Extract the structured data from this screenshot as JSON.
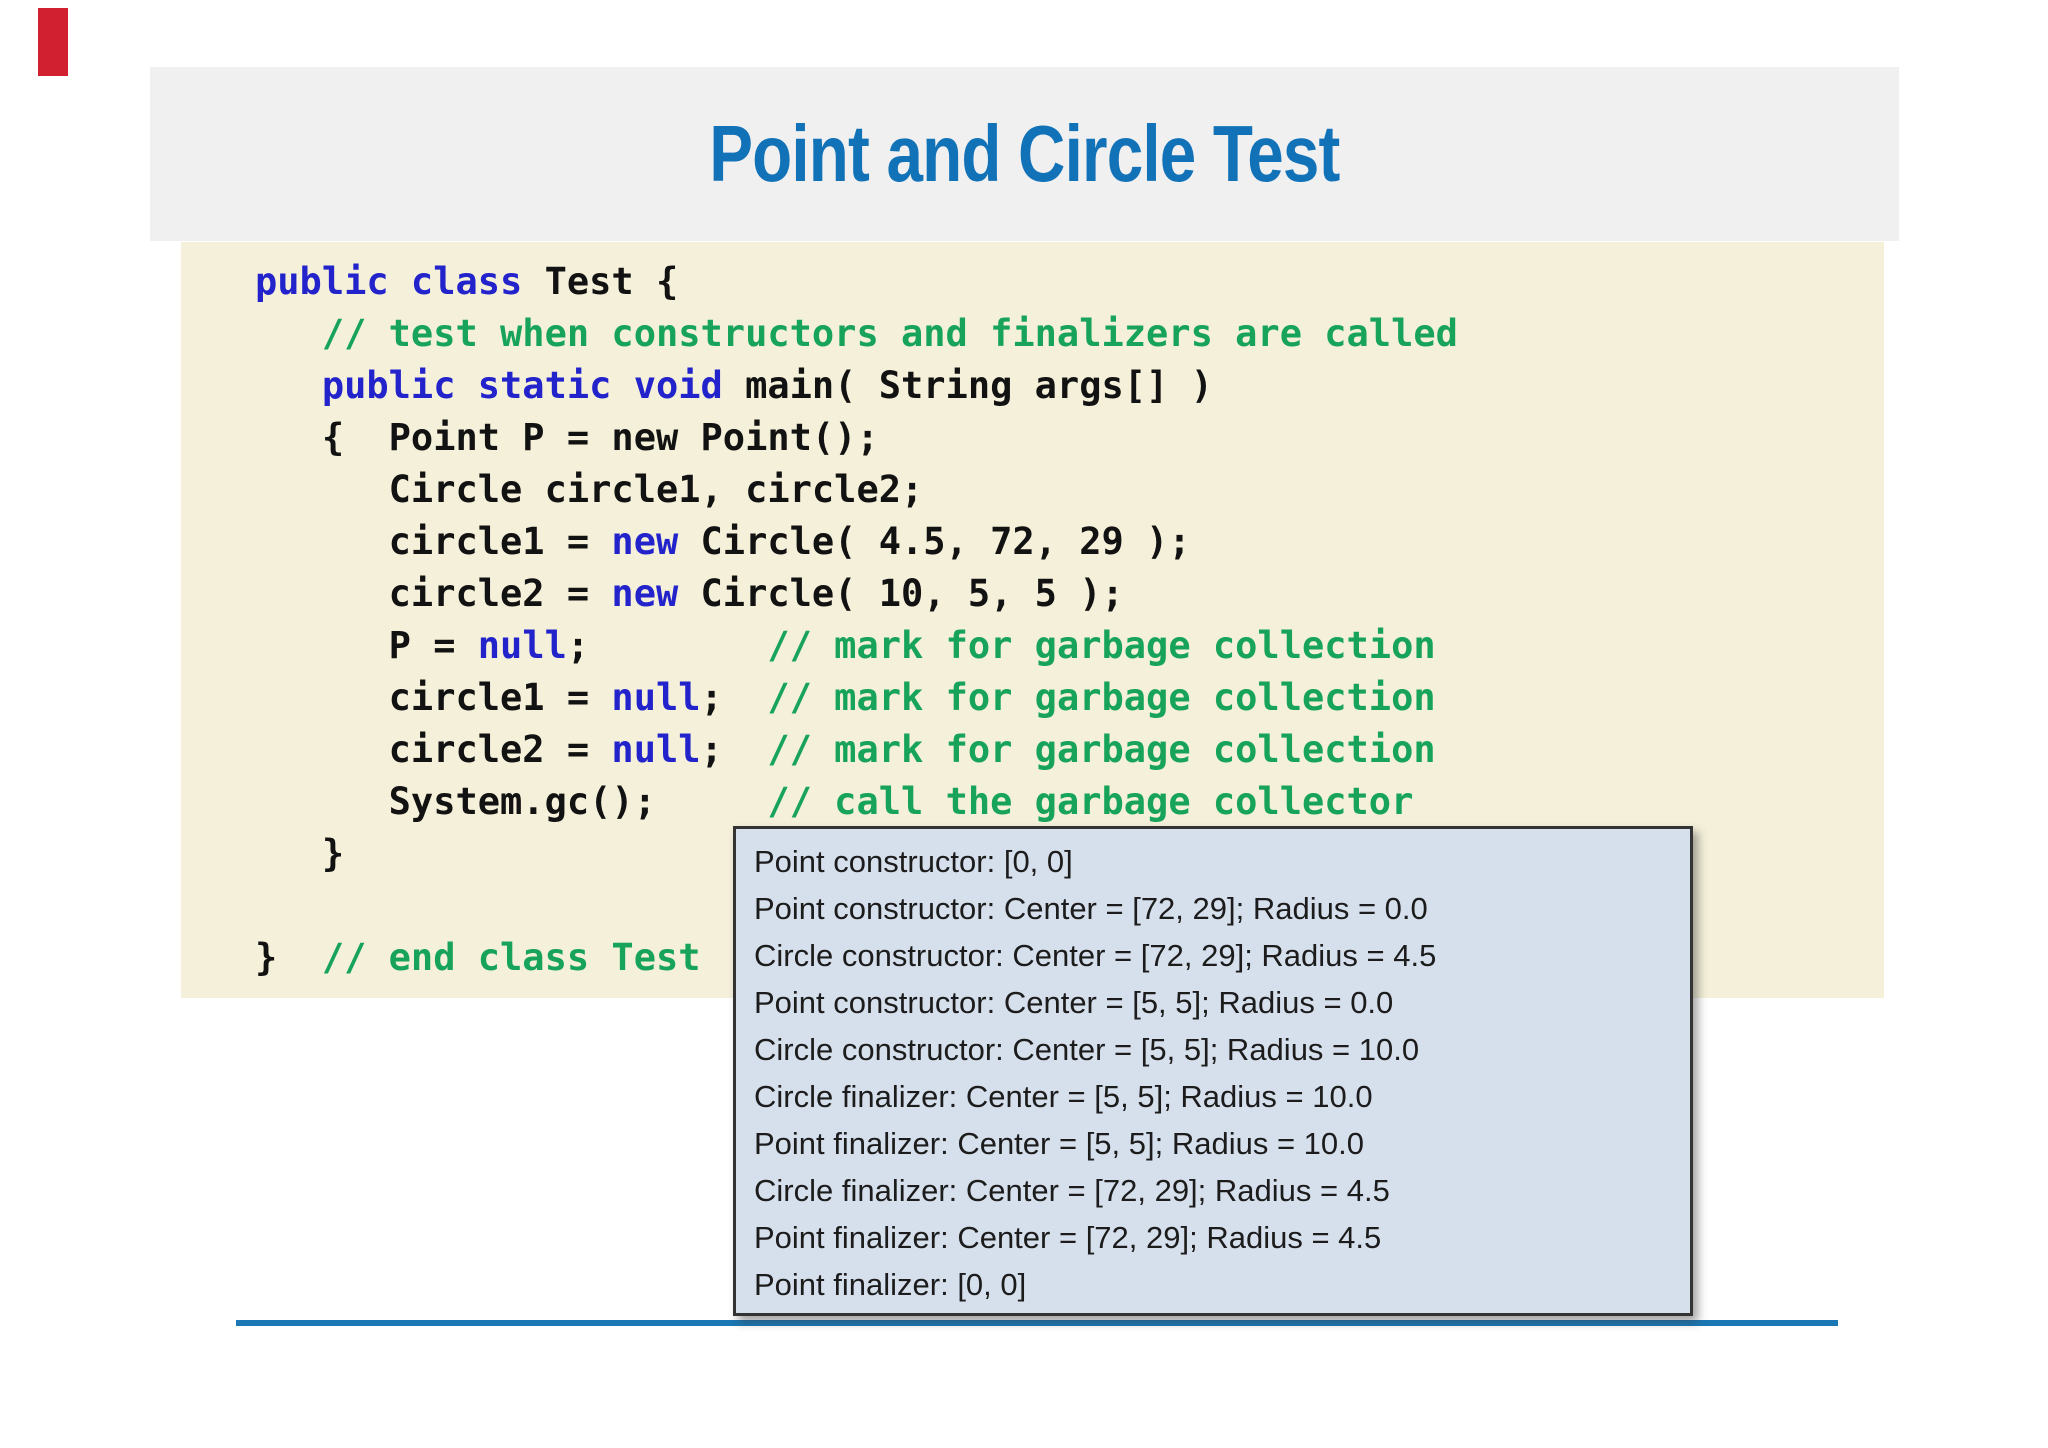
{
  "slide": {
    "header": {
      "title": "Point and Circle Test"
    },
    "colors": {
      "title_blue": "#1272b8",
      "header_band_gray": "#f0f0f1",
      "code_panel_cream": "#f4f0da",
      "keyword_blue": "#2323cc",
      "comment_green": "#17a45a",
      "code_black": "#121212",
      "output_box_background": "#d6dfec",
      "output_box_border": "#333333",
      "bottom_rule_blue": "#1b78b4",
      "red_marker": "#d12030"
    }
  },
  "code_block": {
    "lines": [
      [
        [
          "kw",
          "public class "
        ],
        [
          "pl",
          "Test {"
        ]
      ],
      [
        [
          "pl",
          "   "
        ],
        [
          "cm",
          "// test when constructors and finalizers are called"
        ]
      ],
      [
        [
          "pl",
          "   "
        ],
        [
          "kw",
          "public static void"
        ],
        [
          "pl",
          " main( String args[] )"
        ]
      ],
      [
        [
          "pl",
          "   {  Point P = new Point();"
        ]
      ],
      [
        [
          "pl",
          "      Circle circle1, circle2;"
        ]
      ],
      [
        [
          "pl",
          "      circle1 = "
        ],
        [
          "kw",
          "new"
        ],
        [
          "pl",
          " Circle( 4.5, 72, 29 );"
        ]
      ],
      [
        [
          "pl",
          "      circle2 = "
        ],
        [
          "kw",
          "new"
        ],
        [
          "pl",
          " Circle( 10, 5, 5 );"
        ]
      ],
      [
        [
          "pl",
          "      P = "
        ],
        [
          "kw",
          "null"
        ],
        [
          "pl",
          ";        "
        ],
        [
          "cm",
          "// mark for garbage collection"
        ]
      ],
      [
        [
          "pl",
          "      circle1 = "
        ],
        [
          "kw",
          "null"
        ],
        [
          "pl",
          ";  "
        ],
        [
          "cm",
          "// mark for garbage collection"
        ]
      ],
      [
        [
          "pl",
          "      circle2 = "
        ],
        [
          "kw",
          "null"
        ],
        [
          "pl",
          ";  "
        ],
        [
          "cm",
          "// mark for garbage collection"
        ]
      ],
      [
        [
          "pl",
          "      System.gc();     "
        ],
        [
          "cm",
          "// call the garbage collector"
        ]
      ],
      [
        [
          "pl",
          "   }"
        ]
      ],
      [
        [
          "pl",
          ""
        ]
      ],
      [
        [
          "pl",
          "}  "
        ],
        [
          "cm",
          "// end class Test"
        ]
      ]
    ]
  },
  "output_box": {
    "lines": [
      "Point constructor: [0, 0]",
      "Point constructor: Center = [72, 29]; Radius = 0.0",
      "Circle constructor: Center = [72, 29]; Radius = 4.5",
      "Point constructor: Center = [5, 5]; Radius = 0.0",
      "Circle constructor: Center = [5, 5]; Radius = 10.0",
      "Circle finalizer: Center = [5, 5]; Radius = 10.0",
      "Point finalizer: Center = [5, 5]; Radius = 10.0",
      "Circle finalizer: Center = [72, 29]; Radius = 4.5",
      "Point finalizer: Center = [72, 29]; Radius = 4.5",
      "Point finalizer: [0, 0]"
    ]
  }
}
